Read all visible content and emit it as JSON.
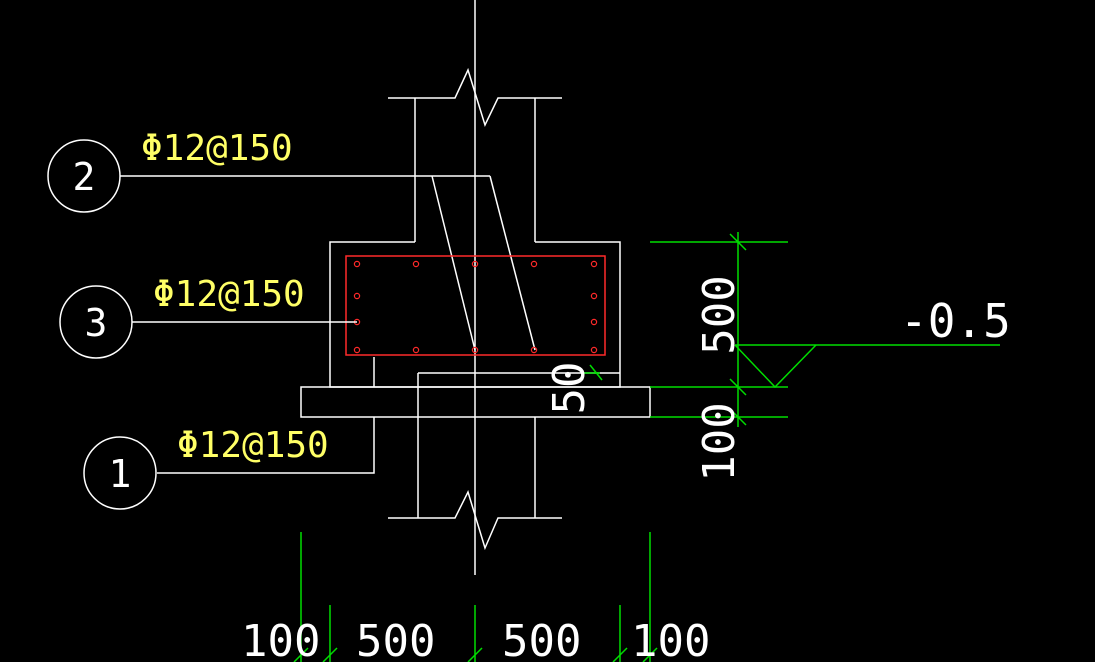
{
  "drawing": {
    "bar_callouts": [
      {
        "number": "2",
        "spec": "Φ12@150"
      },
      {
        "number": "3",
        "spec": "Φ12@150"
      },
      {
        "number": "1",
        "spec": "Φ12@150"
      }
    ],
    "elevation": "-0.5",
    "dimensions": {
      "vertical": [
        "500",
        "100"
      ],
      "small": "50",
      "bottom": [
        "100",
        "500",
        "500",
        "100"
      ]
    },
    "colors": {
      "background": "#000000",
      "lines": "#ffffff",
      "rebar": "#ff2a2a",
      "dimension": "#00dd00",
      "text_yellow": "#ffff66"
    }
  }
}
